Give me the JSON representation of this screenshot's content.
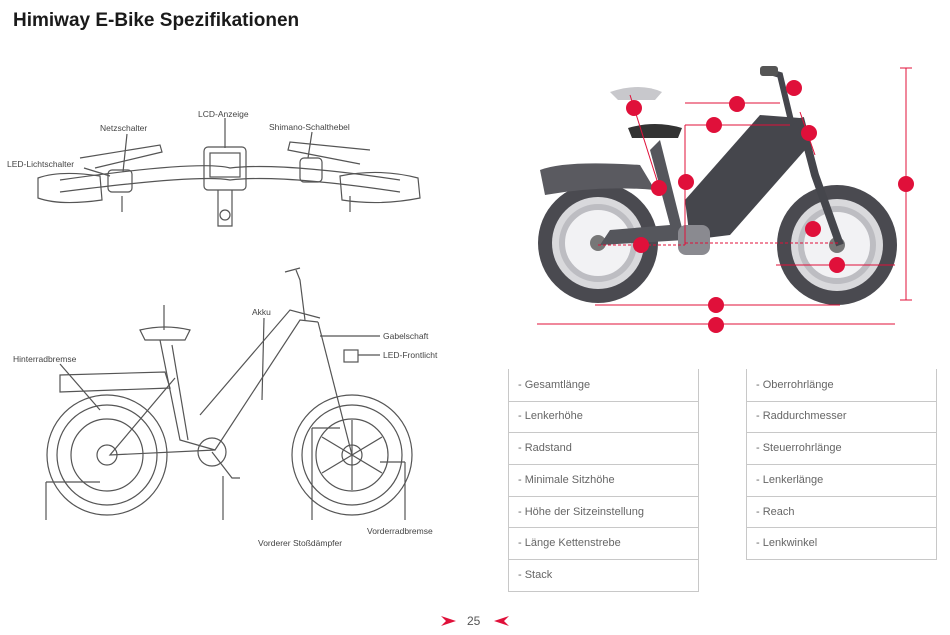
{
  "page": {
    "title": "Himiway E-Bike Spezifikationen",
    "page_number": "25",
    "accent_color": "#e0103a"
  },
  "handlebar_labels": {
    "power_switch": "Netzschalter",
    "lcd": "LCD-Anzeige",
    "shifter": "Shimano-Schalthebel",
    "led_switch": "LED-Lichtschalter"
  },
  "bike_labels": {
    "battery": "Akku",
    "steerer": "Gabelschaft",
    "headlight": "LED-Frontlicht",
    "rear_brake": "Hinterradbremse",
    "front_brake": "Vorderradbremse",
    "front_shock": "Vorderer Stoßdämpfer"
  },
  "specs_left": [
    "- Gesamtlänge",
    "- Lenkerhöhe",
    "- Radstand",
    "- Minimale Sitzhöhe",
    "- Höhe der Sitzeinstellung",
    "- Länge Kettenstrebe",
    "- Stack"
  ],
  "specs_right": [
    "- Oberrohrlänge",
    "- Raddurchmesser",
    "- Steuerrohrlänge",
    "- Lenkerlänge",
    "- Reach",
    "- Lenkwinkel"
  ]
}
